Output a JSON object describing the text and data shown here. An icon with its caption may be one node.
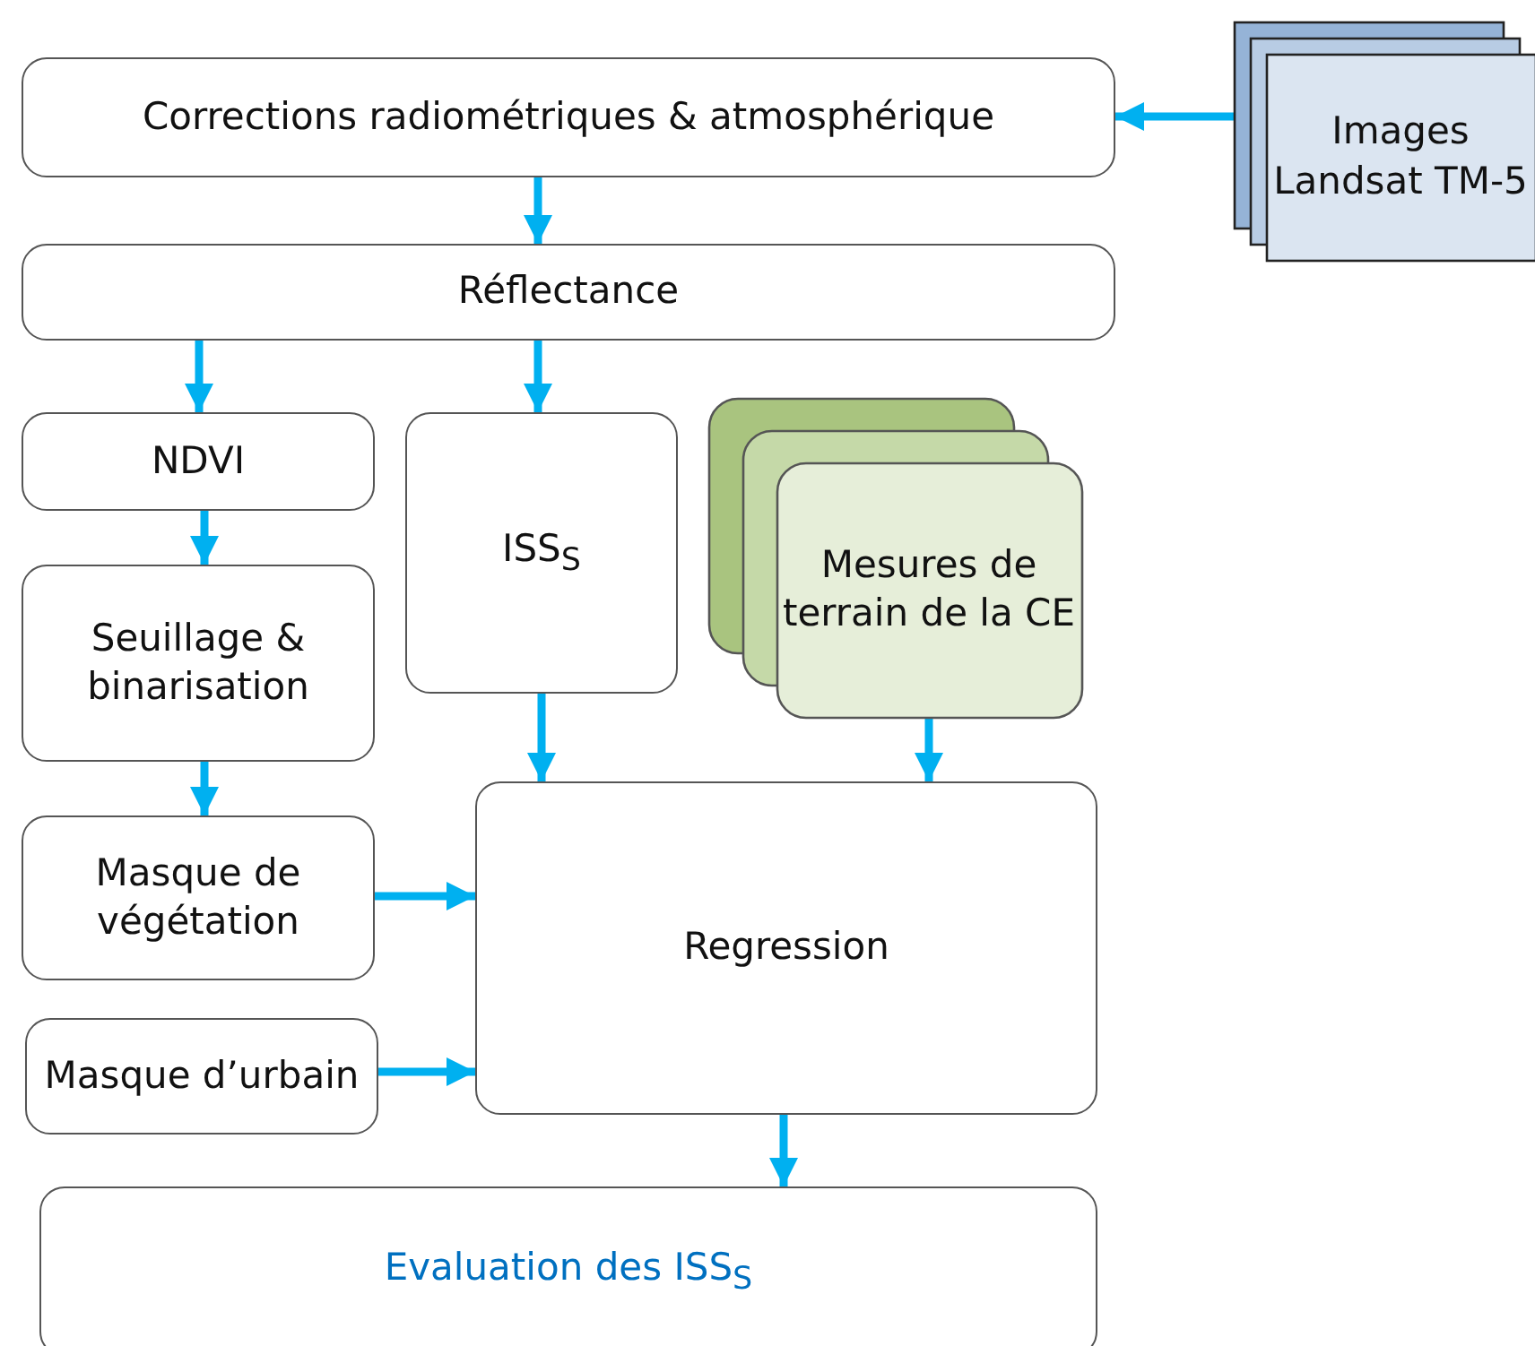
{
  "diagram": {
    "nodes": [
      {
        "text": [
          "Corrections radiométriques & atmosphérique"
        ]
      },
      {
        "text": [
          "Réflectance"
        ]
      },
      {
        "text": [
          "NDVI"
        ]
      },
      {
        "text": [
          "ISS$_{S}$"
        ]
      },
      {
        "text": [
          "Seuillage & binarisation"
        ]
      },
      {
        "text": [
          "Mesures de terrain de la CE"
        ]
      },
      {
        "text": [
          "Masque de végétation"
        ]
      },
      {
        "text": [
          "Regression"
        ]
      },
      {
        "text": [
          "Masque d’urbain"
        ]
      },
      {
        "text": [
          "Evaluation des ISS$_{S}$"
        ]
      },
      {
        "text": [
          "Images Landsat TM-5"
        ]
      }
    ],
    "edges": [
      {
        "from": 10,
        "to": 0,
        "arrow": "to"
      },
      {
        "from": 0,
        "to": 1,
        "arrow": "to"
      },
      {
        "from": 1,
        "to": 2,
        "arrow": "to"
      },
      {
        "from": 1,
        "to": 3,
        "arrow": "to"
      },
      {
        "from": 2,
        "to": 4,
        "arrow": "to"
      },
      {
        "from": 4,
        "to": 6,
        "arrow": "to"
      },
      {
        "from": 3,
        "to": 7,
        "arrow": "to"
      },
      {
        "from": 5,
        "to": 7,
        "arrow": "to"
      },
      {
        "from": 6,
        "to": 7,
        "arrow": "to"
      },
      {
        "from": 8,
        "to": 7,
        "arrow": "to"
      },
      {
        "from": 7,
        "to": 9,
        "arrow": "to"
      }
    ]
  }
}
